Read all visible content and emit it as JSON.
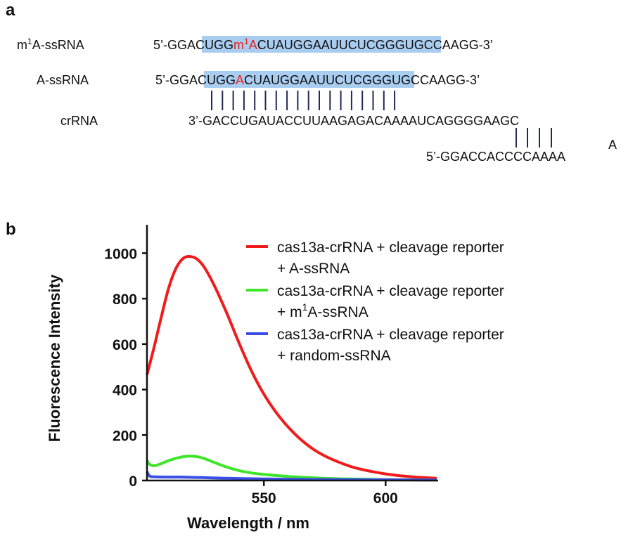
{
  "panel_a": {
    "letter": "a",
    "labels": {
      "m1a": [
        "m",
        "1",
        "A-ssRNA"
      ],
      "a": "A-ssRNA",
      "crrna": "crRNA"
    },
    "m1a_seq": {
      "prefix": "5’-GGA",
      "hl1": "CUGG",
      "mod": [
        "m",
        "1",
        "A"
      ],
      "hl2": "CUAUGGAAUUCUC",
      "suffix": "GGGUGCCAAGG-3’"
    },
    "a_seq": {
      "prefix": "5’-GGA",
      "hl1": "CUGG",
      "mod": "A",
      "hl2": "CUAUGGAAUUCUC",
      "suffix": "GGGUGCCAAGG-3’"
    },
    "crrna_seq": "3’-GACCUGAUACCUUAAGAGACAAAAUCAGGGGAAGC",
    "hairpin_seq": "5’-GGACCACCCCAAAA",
    "loop_letter": "A",
    "colors": {
      "highlight": "#a9cdf0",
      "modified_base": "#e8201a",
      "pair_line": "#1f2a57"
    }
  },
  "panel_b": {
    "letter": "b"
  },
  "chart_data": {
    "type": "line",
    "xlabel": "Wavelength / nm",
    "ylabel": "Fluorescence Intensity",
    "xlim": [
      502,
      621
    ],
    "ylim": [
      0,
      1100
    ],
    "xticks": [
      550,
      600
    ],
    "yticks": [
      0,
      200,
      400,
      600,
      800,
      1000
    ],
    "legend_position": "top-right",
    "series": [
      {
        "name": [
          "cas13a-crRNA + cleavage reporter",
          "+ A-ssRNA"
        ],
        "color": "#f01c1c",
        "x": [
          502,
          505,
          508,
          511,
          514,
          517,
          520,
          523,
          526,
          530,
          535,
          540,
          545,
          550,
          555,
          560,
          565,
          570,
          575,
          580,
          585,
          590,
          595,
          600,
          605,
          610,
          615,
          621
        ],
        "y": [
          465,
          590,
          725,
          850,
          935,
          978,
          985,
          970,
          930,
          850,
          730,
          600,
          480,
          380,
          300,
          235,
          182,
          140,
          108,
          84,
          64,
          49,
          38,
          29,
          22,
          17,
          13,
          10
        ]
      },
      {
        "name": [
          "cas13a-crRNA + cleavage reporter",
          "+ m",
          "1",
          "A-ssRNA"
        ],
        "color": "#3ee62a",
        "x": [
          502,
          503,
          505,
          508,
          511,
          514,
          517,
          520,
          523,
          526,
          530,
          535,
          540,
          545,
          550,
          555,
          560,
          570,
          580,
          590,
          600,
          610,
          621
        ],
        "y": [
          88,
          72,
          65,
          75,
          88,
          98,
          105,
          107,
          104,
          95,
          78,
          58,
          43,
          33,
          27,
          22,
          18,
          12,
          8,
          6,
          4,
          3,
          2
        ]
      },
      {
        "name": [
          "cas13a-crRNA + cleavage reporter",
          "+ random-ssRNA"
        ],
        "color": "#3a4fe8",
        "x": [
          502,
          503,
          505,
          510,
          515,
          520,
          525,
          530,
          540,
          550,
          560,
          580,
          600,
          621
        ],
        "y": [
          40,
          20,
          16,
          15,
          15,
          14,
          13,
          11,
          9,
          7,
          6,
          4,
          3,
          2
        ]
      }
    ]
  }
}
